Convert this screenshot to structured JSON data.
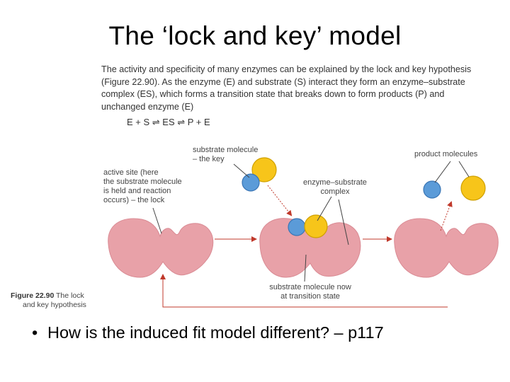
{
  "slide": {
    "title": "The ‘lock and key’ model",
    "bullet": "How is the induced fit model different? – p117"
  },
  "textbook": {
    "paragraph": [
      "The activity and specificity of many enzymes can be explained by the lock and key hypothesis",
      "(Figure 22.90). As the enzyme (E) and substrate (S) interact they form an enzyme–substrate",
      "complex (ES), which forms a transition state that breaks down to form products (P) and",
      "unchanged enzyme (E)"
    ],
    "equation": "E + S ⇌ ES ⇌ P + E"
  },
  "figure": {
    "labels": {
      "substrate_molecule": [
        "substrate molecule",
        "– the key"
      ],
      "active_site": [
        "active site (here",
        "the substrate molecule",
        "is held and reaction",
        "occurs) – the lock"
      ],
      "enzyme_substrate_complex": [
        "enzyme–substrate",
        "complex"
      ],
      "product_molecules": "product molecules",
      "transition_state": [
        "substrate molecule now",
        "at transition state"
      ]
    },
    "caption": {
      "number": "Figure 22.90",
      "text_line1": " The lock",
      "text_line2": "and key hypothesis"
    },
    "colors": {
      "enzyme": "#e8a1a8",
      "substrate": "#f7c51a",
      "partner_molecule": "#5b9bd8",
      "arrow": "#c0392b",
      "pointer": "#444444"
    }
  }
}
